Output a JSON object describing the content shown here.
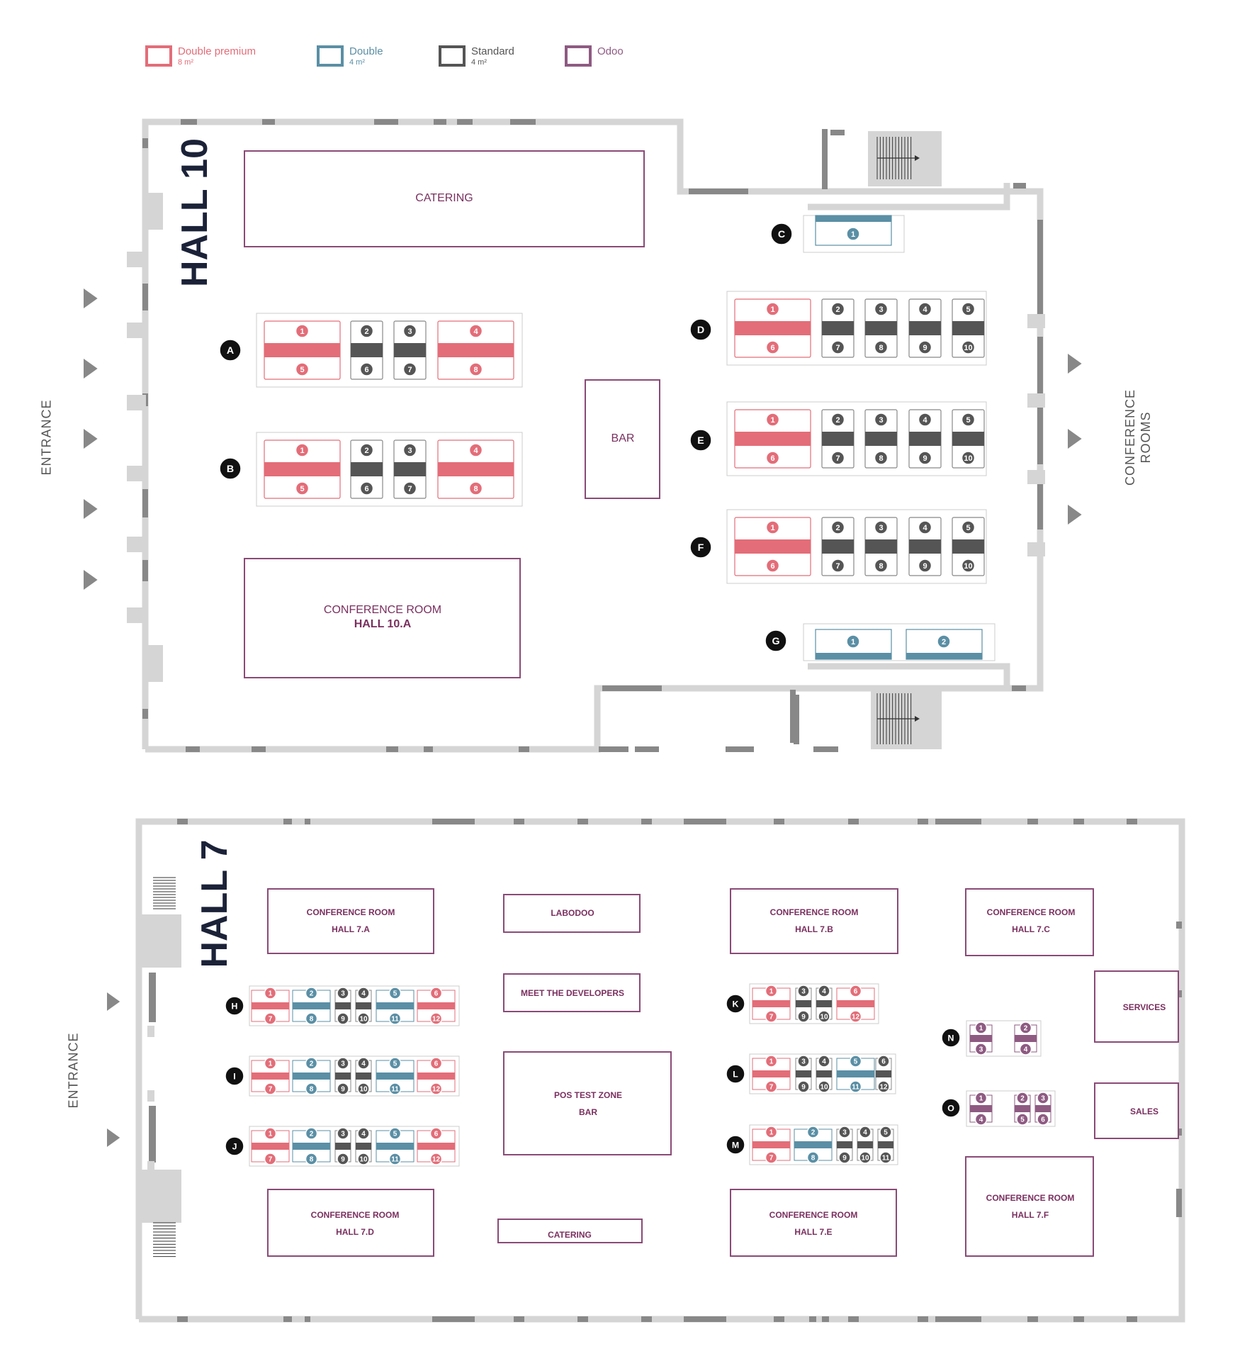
{
  "legend": [
    {
      "name": "Double premium",
      "area": "8 m²",
      "color": "#e36d78"
    },
    {
      "name": "Double",
      "area": "4 m²",
      "color": "#5a8fa5"
    },
    {
      "name": "Standard",
      "area": "4 m²",
      "color": "#555555"
    },
    {
      "name": "Odoo",
      "area": "",
      "color": "#8e5a82"
    }
  ],
  "colors": {
    "double_premium": "#e36d78",
    "double": "#5a8fa5",
    "standard": "#555555",
    "odoo": "#8e5a82",
    "wall": "#d5d5d5",
    "wall_dark": "#888888",
    "room_border": "#8a4a77",
    "room_text": "#7a2f5f",
    "marker": "#111111",
    "hall_title": "#1b2238"
  },
  "hall10": {
    "title": "HALL 10",
    "entrance": "ENTRANCE",
    "conference_rooms": "CONFERENCE ROOMS",
    "rooms": {
      "catering": "CATERING",
      "bar": "BAR",
      "conference_line1": "CONFERENCE ROOM",
      "conference_line2": "HALL 10.A"
    },
    "rows": [
      {
        "marker": "A",
        "booths": [
          {
            "type": "double_premium",
            "top": "1",
            "bottom": "5"
          },
          {
            "type": "standard",
            "top": "2",
            "bottom": "6"
          },
          {
            "type": "standard",
            "top": "3",
            "bottom": "7"
          },
          {
            "type": "double_premium",
            "top": "4",
            "bottom": "8"
          }
        ]
      },
      {
        "marker": "B",
        "booths": [
          {
            "type": "double_premium",
            "top": "1",
            "bottom": "5"
          },
          {
            "type": "standard",
            "top": "2",
            "bottom": "6"
          },
          {
            "type": "standard",
            "top": "3",
            "bottom": "7"
          },
          {
            "type": "double_premium",
            "top": "4",
            "bottom": "8"
          }
        ]
      },
      {
        "marker": "C",
        "booths": [
          {
            "type": "double",
            "top": "1",
            "bottom": ""
          }
        ]
      },
      {
        "marker": "D",
        "booths": [
          {
            "type": "double_premium",
            "top": "1",
            "bottom": "6"
          },
          {
            "type": "standard",
            "top": "2",
            "bottom": "7"
          },
          {
            "type": "standard",
            "top": "3",
            "bottom": "8"
          },
          {
            "type": "standard",
            "top": "4",
            "bottom": "9"
          },
          {
            "type": "standard",
            "top": "5",
            "bottom": "10"
          }
        ]
      },
      {
        "marker": "E",
        "booths": [
          {
            "type": "double_premium",
            "top": "1",
            "bottom": "6"
          },
          {
            "type": "standard",
            "top": "2",
            "bottom": "7"
          },
          {
            "type": "standard",
            "top": "3",
            "bottom": "8"
          },
          {
            "type": "standard",
            "top": "4",
            "bottom": "9"
          },
          {
            "type": "standard",
            "top": "5",
            "bottom": "10"
          }
        ]
      },
      {
        "marker": "F",
        "booths": [
          {
            "type": "double_premium",
            "top": "1",
            "bottom": "6"
          },
          {
            "type": "standard",
            "top": "2",
            "bottom": "7"
          },
          {
            "type": "standard",
            "top": "3",
            "bottom": "8"
          },
          {
            "type": "standard",
            "top": "4",
            "bottom": "9"
          },
          {
            "type": "standard",
            "top": "5",
            "bottom": "10"
          }
        ]
      },
      {
        "marker": "G",
        "booths": [
          {
            "type": "double",
            "top": "1",
            "bottom": ""
          },
          {
            "type": "double",
            "top": "2",
            "bottom": ""
          }
        ]
      }
    ]
  },
  "hall7": {
    "title": "HALL 7",
    "entrance": "ENTRANCE",
    "rooms": {
      "conf_a": [
        "CONFERENCE ROOM",
        "HALL 7.A"
      ],
      "labodoo": "LABODOO",
      "conf_b": [
        "CONFERENCE ROOM",
        "HALL 7.B"
      ],
      "conf_c": [
        "CONFERENCE ROOM",
        "HALL 7.C"
      ],
      "meet": "MEET THE DEVELOPERS",
      "services": "SERVICES",
      "pos": [
        "POS TEST ZONE",
        "BAR"
      ],
      "sales": "SALES",
      "conf_d": [
        "CONFERENCE ROOM",
        "HALL 7.D"
      ],
      "catering": "CATERING",
      "conf_e": [
        "CONFERENCE ROOM",
        "HALL 7.E"
      ],
      "conf_f": [
        "CONFERENCE ROOM",
        "HALL 7.F"
      ]
    },
    "rows": [
      {
        "marker": "H",
        "booths": [
          {
            "type": "double_premium",
            "top": "1",
            "bottom": "7"
          },
          {
            "type": "double",
            "top": "2",
            "bottom": "8"
          },
          {
            "type": "standard",
            "top": "3",
            "bottom": "9"
          },
          {
            "type": "standard",
            "top": "4",
            "bottom": "10"
          },
          {
            "type": "double",
            "top": "5",
            "bottom": "11"
          },
          {
            "type": "double_premium",
            "top": "6",
            "bottom": "12"
          }
        ]
      },
      {
        "marker": "I",
        "booths": [
          {
            "type": "double_premium",
            "top": "1",
            "bottom": "7"
          },
          {
            "type": "double",
            "top": "2",
            "bottom": "8"
          },
          {
            "type": "standard",
            "top": "3",
            "bottom": "9"
          },
          {
            "type": "standard",
            "top": "4",
            "bottom": "10"
          },
          {
            "type": "double",
            "top": "5",
            "bottom": "11"
          },
          {
            "type": "double_premium",
            "top": "6",
            "bottom": "12"
          }
        ]
      },
      {
        "marker": "J",
        "booths": [
          {
            "type": "double_premium",
            "top": "1",
            "bottom": "7"
          },
          {
            "type": "double",
            "top": "2",
            "bottom": "8"
          },
          {
            "type": "standard",
            "top": "3",
            "bottom": "9"
          },
          {
            "type": "standard",
            "top": "4",
            "bottom": "10"
          },
          {
            "type": "double",
            "top": "5",
            "bottom": "11"
          },
          {
            "type": "double_premium",
            "top": "6",
            "bottom": "12"
          }
        ]
      },
      {
        "marker": "K",
        "booths": [
          {
            "type": "double_premium",
            "top": "1",
            "bottom": "7"
          },
          {
            "type": "standard",
            "top": "3",
            "bottom": "9"
          },
          {
            "type": "standard",
            "top": "4",
            "bottom": "10"
          },
          {
            "type": "double_premium",
            "top": "6",
            "bottom": "12"
          }
        ]
      },
      {
        "marker": "L",
        "booths": [
          {
            "type": "double_premium",
            "top": "1",
            "bottom": "7"
          },
          {
            "type": "standard",
            "top": "3",
            "bottom": "9"
          },
          {
            "type": "standard",
            "top": "4",
            "bottom": "10"
          },
          {
            "type": "double",
            "top": "5",
            "bottom": "11"
          },
          {
            "type": "standard",
            "top": "6",
            "bottom": "12"
          }
        ]
      },
      {
        "marker": "M",
        "booths": [
          {
            "type": "double_premium",
            "top": "1",
            "bottom": "7"
          },
          {
            "type": "double",
            "top": "2",
            "bottom": "8"
          },
          {
            "type": "standard",
            "top": "3",
            "bottom": "9"
          },
          {
            "type": "standard",
            "top": "4",
            "bottom": "10"
          },
          {
            "type": "standard",
            "top": "5",
            "bottom": "11"
          }
        ]
      },
      {
        "marker": "N",
        "booths": [
          {
            "type": "odoo",
            "top": "1",
            "bottom": "3"
          },
          {
            "type": "odoo",
            "top": "2",
            "bottom": "4"
          }
        ]
      },
      {
        "marker": "O",
        "booths": [
          {
            "type": "odoo",
            "top": "1",
            "bottom": "4"
          },
          {
            "type": "odoo",
            "top": "2",
            "bottom": "5"
          },
          {
            "type": "odoo",
            "top": "3",
            "bottom": "6"
          }
        ]
      }
    ]
  }
}
